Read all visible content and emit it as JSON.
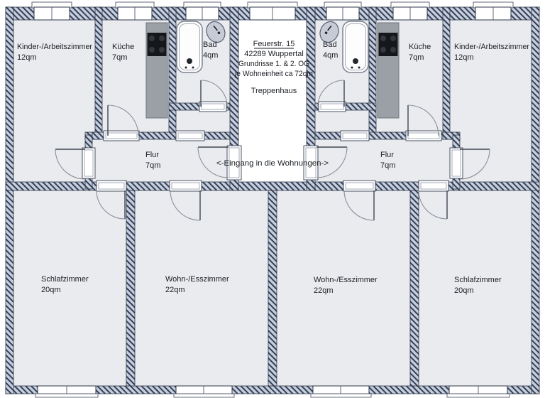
{
  "colors": {
    "wall_fill": "#c7cfdd",
    "wall_stripe": "#333f58",
    "wall_stroke": "#2e3748",
    "room_fill": "#e9ebee",
    "text_color": "#1b1e24",
    "fixture_gray": "#9aa0a6",
    "stove_black": "#15171a",
    "background": "#ffffff"
  },
  "title_block": {
    "street": "Feuerstr. 15",
    "city": "42289 Wuppertal",
    "plan": "Grundrisse 1. & 2. OG",
    "unit_size": "je Wohneinheit ca 72qm",
    "stairwell": "Treppenhaus"
  },
  "entrance_label": "<-Eingang in die Wohnungen->",
  "apartments": {
    "left": {
      "kinderzimmer": {
        "name": "Kinder-/Arbeitszimmer",
        "area": "12qm"
      },
      "kueche": {
        "name": "Küche",
        "area": "7qm"
      },
      "bad": {
        "name": "Bad",
        "area": "4qm"
      },
      "flur": {
        "name": "Flur",
        "area": "7qm"
      },
      "schlafzimmer": {
        "name": "Schlafzimmer",
        "area": "20qm"
      },
      "wohnzimmer": {
        "name": "Wohn-/Esszimmer",
        "area": "22qm"
      }
    },
    "right": {
      "kinderzimmer": {
        "name": "Kinder-/Arbeitszimmer",
        "area": "12qm"
      },
      "kueche": {
        "name": "Küche",
        "area": "7qm"
      },
      "bad": {
        "name": "Bad",
        "area": "4qm"
      },
      "flur": {
        "name": "Flur",
        "area": "7qm"
      },
      "schlafzimmer": {
        "name": "Schlafzimmer",
        "area": "20qm"
      },
      "wohnzimmer": {
        "name": "Wohn-/Esszimmer",
        "area": "22qm"
      }
    }
  },
  "fixture_icons": [
    "bathtub-icon",
    "toilet-icon",
    "kitchen-counter-icon",
    "stove-icon",
    "door-swing-icon",
    "window-icon"
  ]
}
